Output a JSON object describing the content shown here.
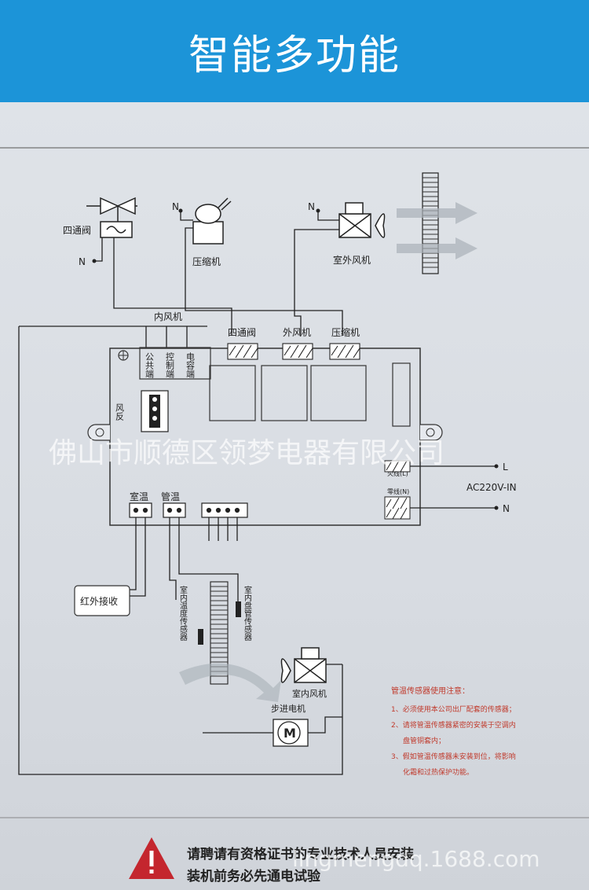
{
  "header": {
    "title": "智能多功能"
  },
  "components": {
    "four_way_valve": "四通阀",
    "compressor": "压缩机",
    "outdoor_fan": "室外风机",
    "indoor_fan": "内风机",
    "indoor_fan_motor": "室内风机",
    "stepper_motor": "步进电机",
    "motor_letter": "M",
    "ir_receiver": "红外接收",
    "neutral_left": "N",
    "neutral_mid": "N",
    "neutral_out": "N"
  },
  "board": {
    "relay_four_way": "四通阀",
    "relay_outdoor_fan": "外风机",
    "relay_compressor": "压缩机",
    "terminal_common": "公共端",
    "terminal_control": "控制端",
    "terminal_capacitor": "电容端",
    "fan_feedback": "风反",
    "room_temp": "室温",
    "pipe_temp": "管温",
    "live_wire": "火线(L)",
    "neutral_wire": "零线(N)",
    "input_label": "AC220V-IN",
    "input_L": "L",
    "input_N": "N"
  },
  "sensors": {
    "indoor_temp": "室内温度传感器",
    "indoor_coil": "室内盘管传感器"
  },
  "watermark": {
    "company": "佛山市顺德区领梦电器有限公司",
    "site": "lingmengdq.1688.com"
  },
  "notes": {
    "title": "管温传感器使用注意：",
    "items": [
      "1、必须使用本公司出厂配套的传感器；",
      "2、请将管温传感器紧密的安装于空调内",
      "盘管铜套内；",
      "3、假如管温传感器未安装到位，将影响",
      "化霜和过热保护功能。"
    ]
  },
  "warning": {
    "line1": "请聘请有资格证书的专业技术人员安装",
    "line2": "装机前务必先通电试验"
  }
}
